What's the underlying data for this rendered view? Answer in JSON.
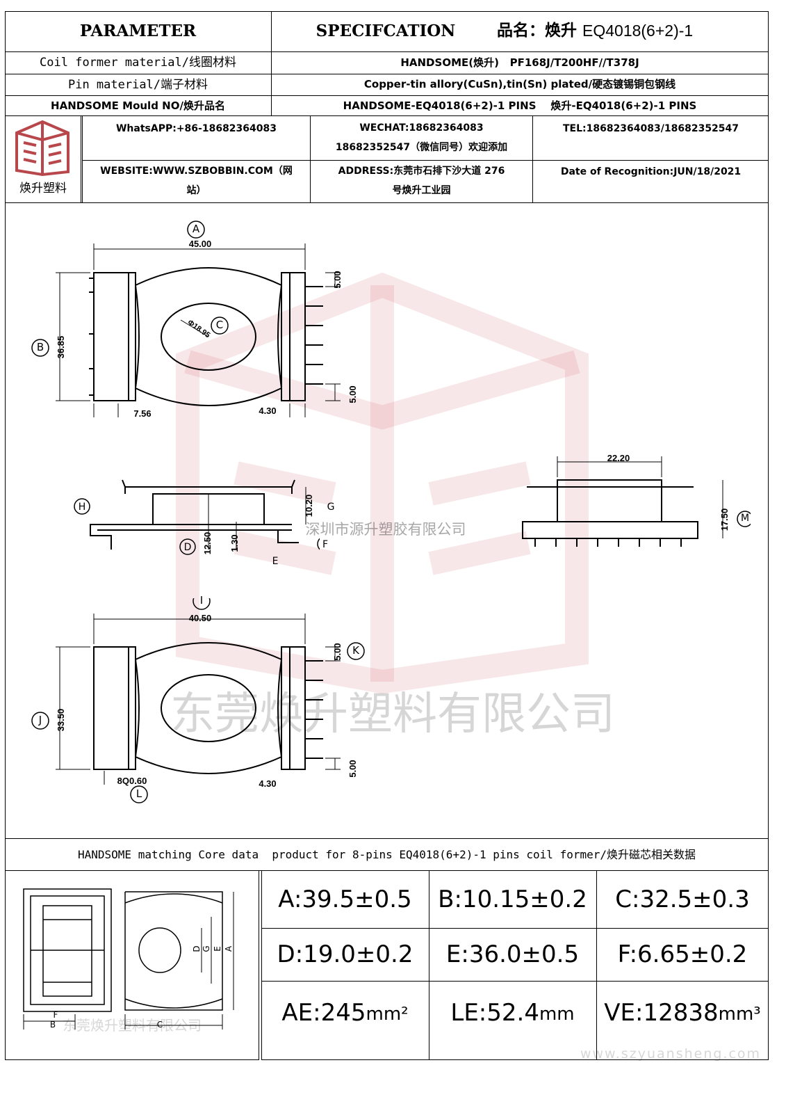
{
  "header": {
    "parameter": "PARAMETER",
    "specification": "SPECIFCATION",
    "product_name_label": "品名：",
    "product_name_brand": "焕升",
    "product_name_model": "EQ4018(6+2)-1"
  },
  "rows": [
    {
      "label": "Coil former material/线圈材料",
      "value": "HANDSOME(焕升)   PF168J/T200HF//T378J"
    },
    {
      "label": "Pin material/端子材料",
      "value": "Copper-tin allory(CuSn),tin(Sn) plated/硬态镀锡铜包钢线"
    },
    {
      "label": "HANDSOME Mould NO/焕升品名",
      "value": "HANDSOME-EQ4018(6+2)-1 PINS    焕升-EQ4018(6+2)-1 PINS"
    }
  ],
  "contact": {
    "logo_text": "焕升塑料",
    "whatsapp": "WhatsAPP:+86-18682364083",
    "wechat_line1": "WECHAT:18682364083",
    "wechat_line2": "18682352547（微信同号）欢迎添加",
    "tel": "TEL:18682364083/18682352547",
    "website_line1": "WEBSITE:WWW.SZBOBBIN.COM（网",
    "website_line2": "站）",
    "address_line1": "ADDRESS:东莞市石排下沙大道 276",
    "address_line2": "号焕升工业园",
    "date": "Date of Recognition:JUN/18/2021"
  },
  "drawing": {
    "watermark_1": "深圳市源升塑胶有限公司",
    "watermark_2": "东莞焕升塑料有限公司",
    "labels": {
      "A": "A",
      "B": "B",
      "C": "C",
      "D": "D",
      "E": "E",
      "F": "F",
      "G": "G",
      "H": "H",
      "I": "I",
      "J": "J",
      "K": "K",
      "L": "L",
      "M": "M"
    },
    "dims": {
      "a": "45.00",
      "b": "36.85",
      "c": "Φ18.95",
      "a_left": "7.56",
      "a_right": "4.30",
      "pitch_top": "5.00",
      "pitch_bottom": "5.00",
      "d": "12.50",
      "e": "1.30",
      "g": "10.20",
      "width_side": "22.20",
      "m": "17.50",
      "i": "40.50",
      "j": "33.50",
      "k": "5.00",
      "k_bottom": "5.00",
      "l": "8Q0.60",
      "i_right": "4.30"
    }
  },
  "core": {
    "title": "HANDSOME matching Core data  product for 8-pins EQ4018(6+2)-1 pins coil former/焕升磁芯相关数据",
    "diagram_labels": {
      "F": "F",
      "B": "B",
      "C": "C",
      "D": "D",
      "G": "G",
      "E": "E",
      "A": "A"
    },
    "watermark": "东莞焕升塑料有限公司",
    "values": [
      [
        "A:39.5±0.5",
        "B:10.15±0.2",
        "C:32.5±0.3"
      ],
      [
        "D:19.0±0.2",
        "E:36.0±0.5",
        "F:6.65±0.2"
      ]
    ],
    "ae_value": "AE:245",
    "ae_unit": "mm²",
    "le_value": "LE:52.4",
    "le_unit": "mm",
    "ve_value": "VE:12838",
    "ve_unit": "mm³"
  },
  "footer_url": "www.szyuansheng.com"
}
